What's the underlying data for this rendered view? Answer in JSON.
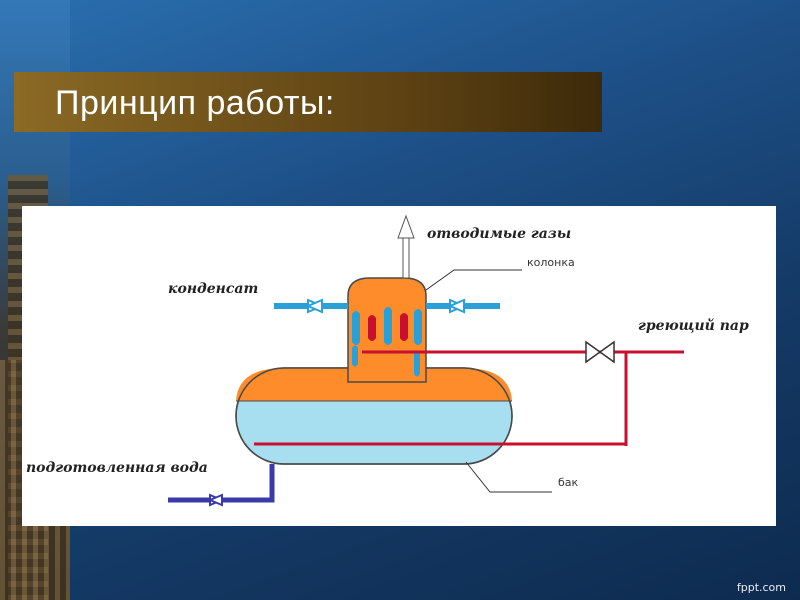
{
  "slide": {
    "title": "Принцип работы:",
    "watermark": "fppt.com"
  },
  "diagram": {
    "labels": {
      "exhaust_gases": "отводимые газы",
      "column": "колонка",
      "condensate": "конденсат",
      "heating_steam": "греющий пар",
      "treated_water": "подготовленная вода",
      "tank": "бак"
    },
    "colors": {
      "steam_space": "#ff8c2a",
      "water": "#a8dff0",
      "steam_pipe": "#c8102e",
      "water_pipe": "#3a3aa8",
      "condensate_pipe": "#2aa0d8",
      "outline": "#4a4a4a"
    }
  }
}
